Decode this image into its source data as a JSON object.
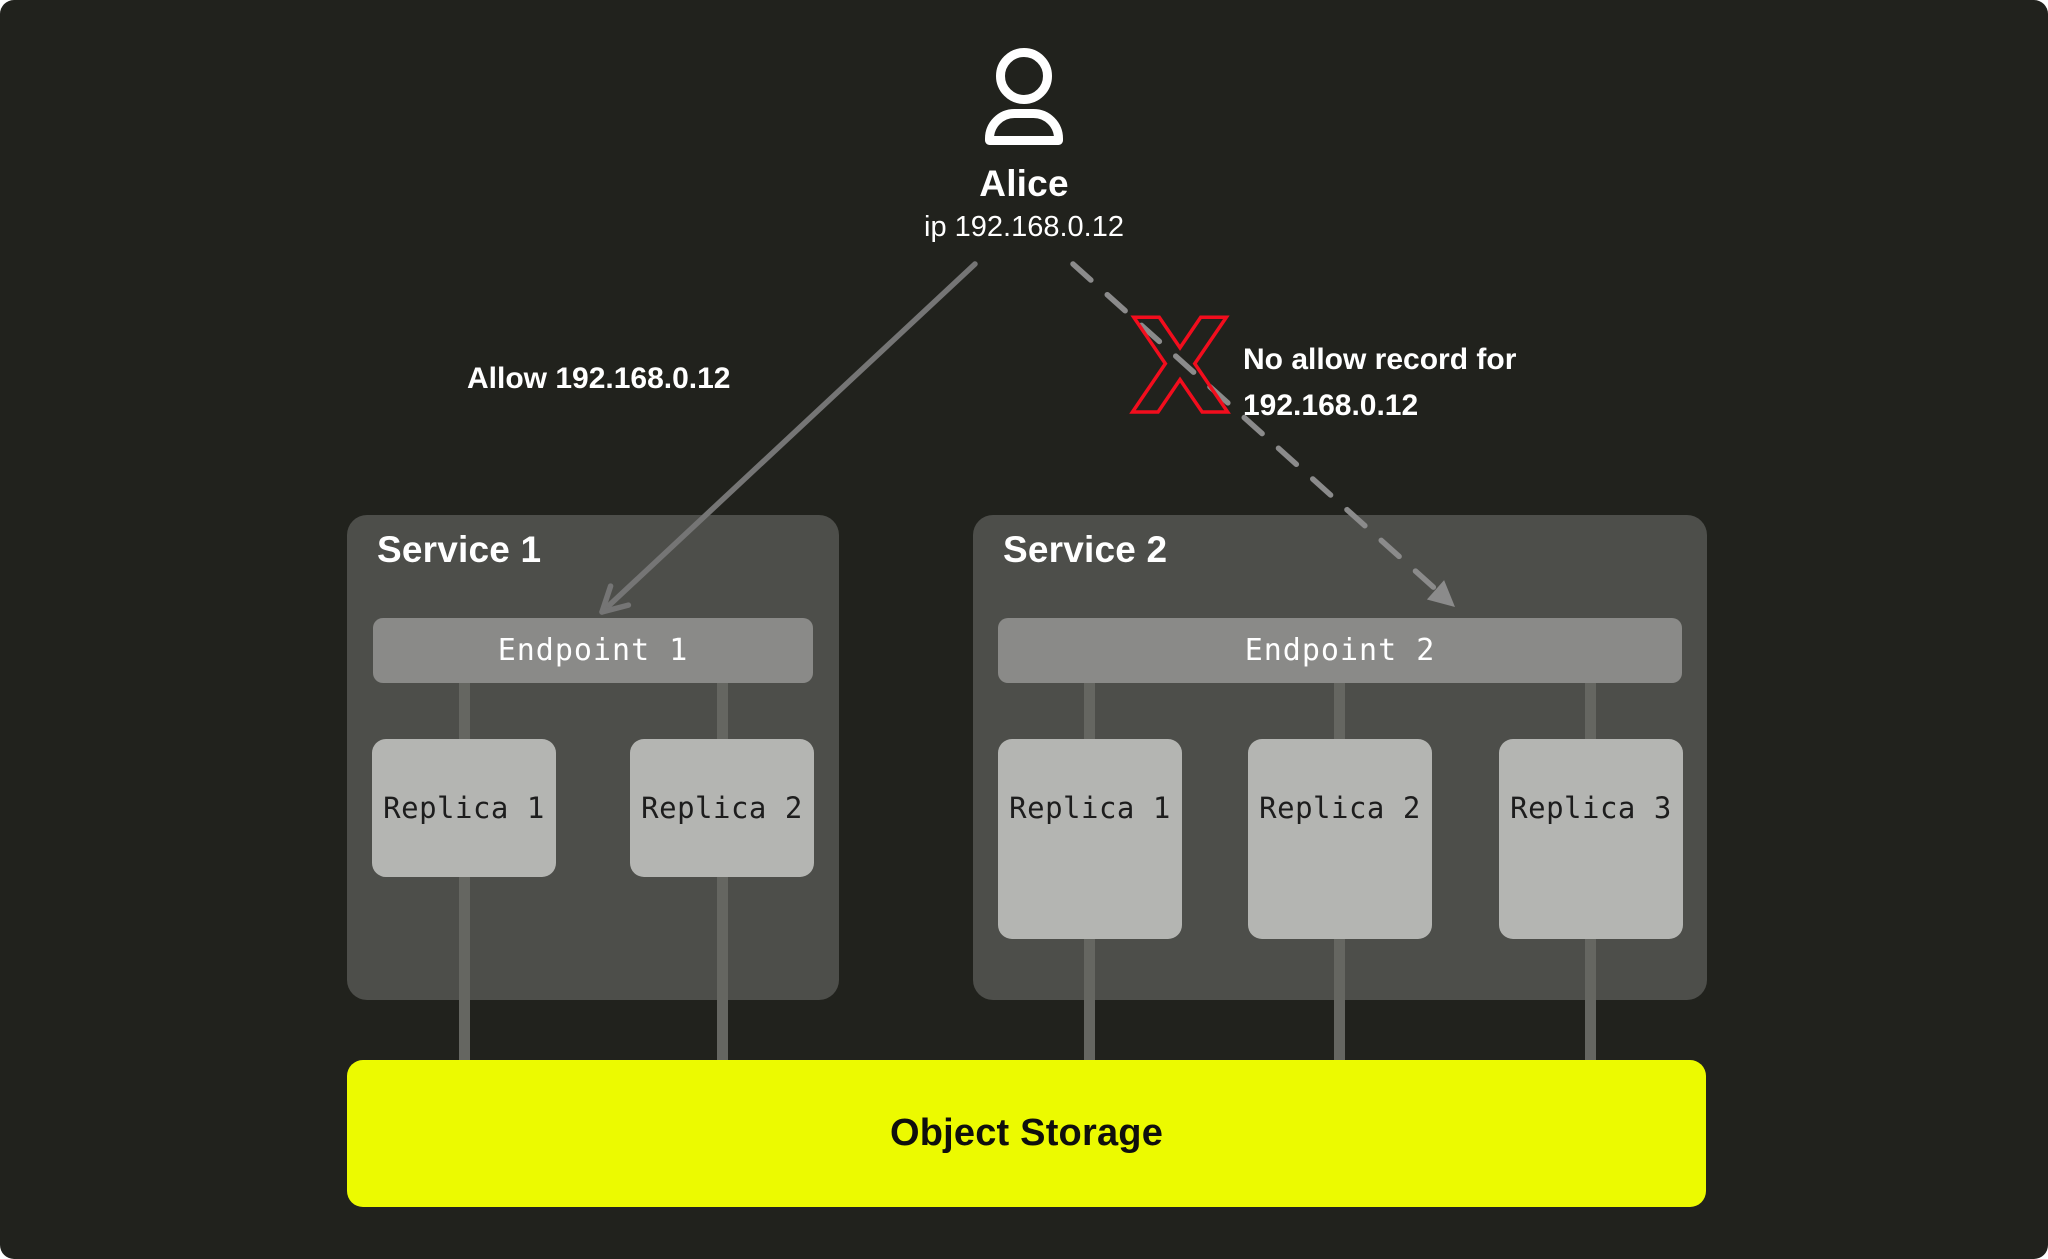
{
  "user": {
    "name": "Alice",
    "ip": "ip 192.168.0.12"
  },
  "connections": {
    "allowed_label": "Allow 192.168.0.12",
    "denied_label_line1": "No allow record for",
    "denied_label_line2": "192.168.0.12",
    "denied_mark": "X"
  },
  "services": [
    {
      "title": "Service 1",
      "endpoint": "Endpoint 1",
      "replicas": [
        "Replica 1",
        "Replica 2"
      ]
    },
    {
      "title": "Service 2",
      "endpoint": "Endpoint 2",
      "replicas": [
        "Replica 1",
        "Replica 2",
        "Replica 3"
      ]
    }
  ],
  "storage": {
    "label": "Object Storage"
  },
  "colors": {
    "background": "#21221d",
    "service_box": "#4d4e4a",
    "endpoint_bar": "#8a8a88",
    "replica_box": "#b4b5b2",
    "connector_line": "#656661",
    "arrow_solid": "#757575",
    "arrow_dashed": "#8b8b8b",
    "deny_red": "#f20d1d",
    "storage_yellow": "#ecfa00",
    "text_light": "#ffffff",
    "text_dark": "#1d1d1d"
  }
}
